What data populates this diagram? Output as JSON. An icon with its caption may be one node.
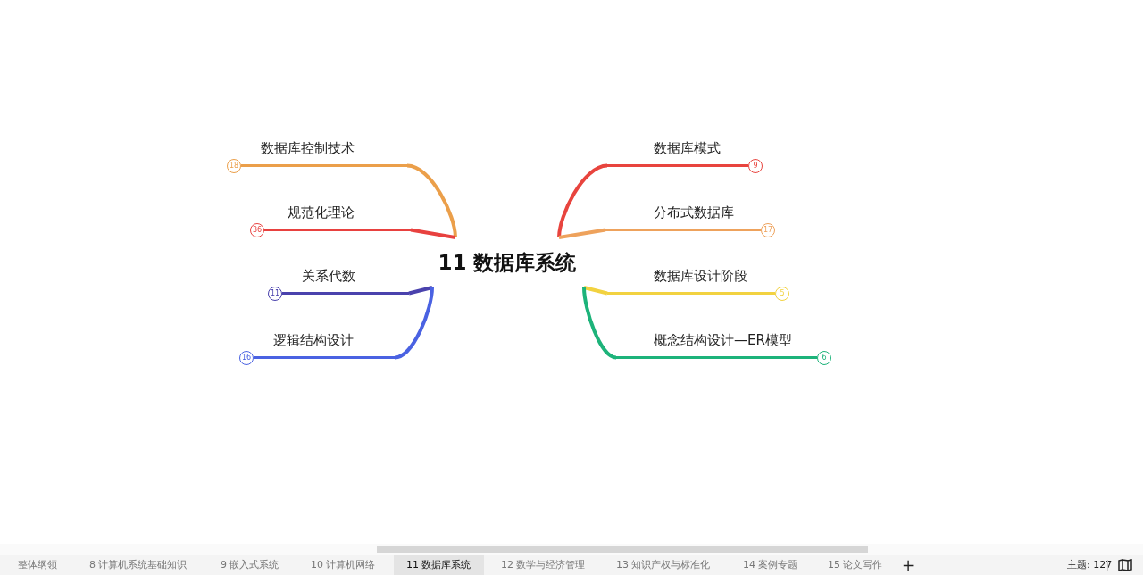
{
  "diagram": {
    "nodes": [
      {
        "text": [
          "11 数据库系统"
        ]
      },
      {
        "text": [
          "数据库控制技术"
        ],
        "beside": [
          "18"
        ]
      },
      {
        "text": [
          "规范化理论"
        ],
        "beside": [
          "36"
        ]
      },
      {
        "text": [
          "关系代数"
        ],
        "beside": [
          "11"
        ]
      },
      {
        "text": [
          "逻辑结构设计"
        ],
        "beside": [
          "16"
        ]
      },
      {
        "text": [
          "数据库模式"
        ],
        "beside": [
          "9"
        ]
      },
      {
        "text": [
          "分布式数据库"
        ],
        "beside": [
          "17"
        ]
      },
      {
        "text": [
          "数据库设计阶段"
        ],
        "beside": [
          "5"
        ]
      },
      {
        "text": [
          "概念结构设计—ER模型"
        ],
        "beside": [
          "6"
        ]
      }
    ],
    "edges": [
      {
        "from": 0,
        "to": 1,
        "arrow": "none",
        "color": "#eb9f4a"
      },
      {
        "from": 0,
        "to": 2,
        "arrow": "none",
        "color": "#e8413f"
      },
      {
        "from": 0,
        "to": 3,
        "arrow": "none",
        "color": "#4a42ad"
      },
      {
        "from": 0,
        "to": 4,
        "arrow": "none",
        "color": "#4a62e2"
      },
      {
        "from": 0,
        "to": 5,
        "arrow": "none",
        "color": "#e8443e"
      },
      {
        "from": 0,
        "to": 6,
        "arrow": "none",
        "color": "#eea25c"
      },
      {
        "from": 0,
        "to": 7,
        "arrow": "none",
        "color": "#f2d240"
      },
      {
        "from": 0,
        "to": 8,
        "arrow": "none",
        "color": "#1db37a"
      }
    ],
    "labels": [
      "整体纲领",
      "8 计算机系统基础知识",
      "9 嵌入式系统",
      "10 计算机网络",
      "11 数据库系统",
      "12 数学与经济管理",
      "13 知识产权与标准化",
      "14 案例专题",
      "15 论文写作",
      "+",
      "主题: 127"
    ]
  }
}
